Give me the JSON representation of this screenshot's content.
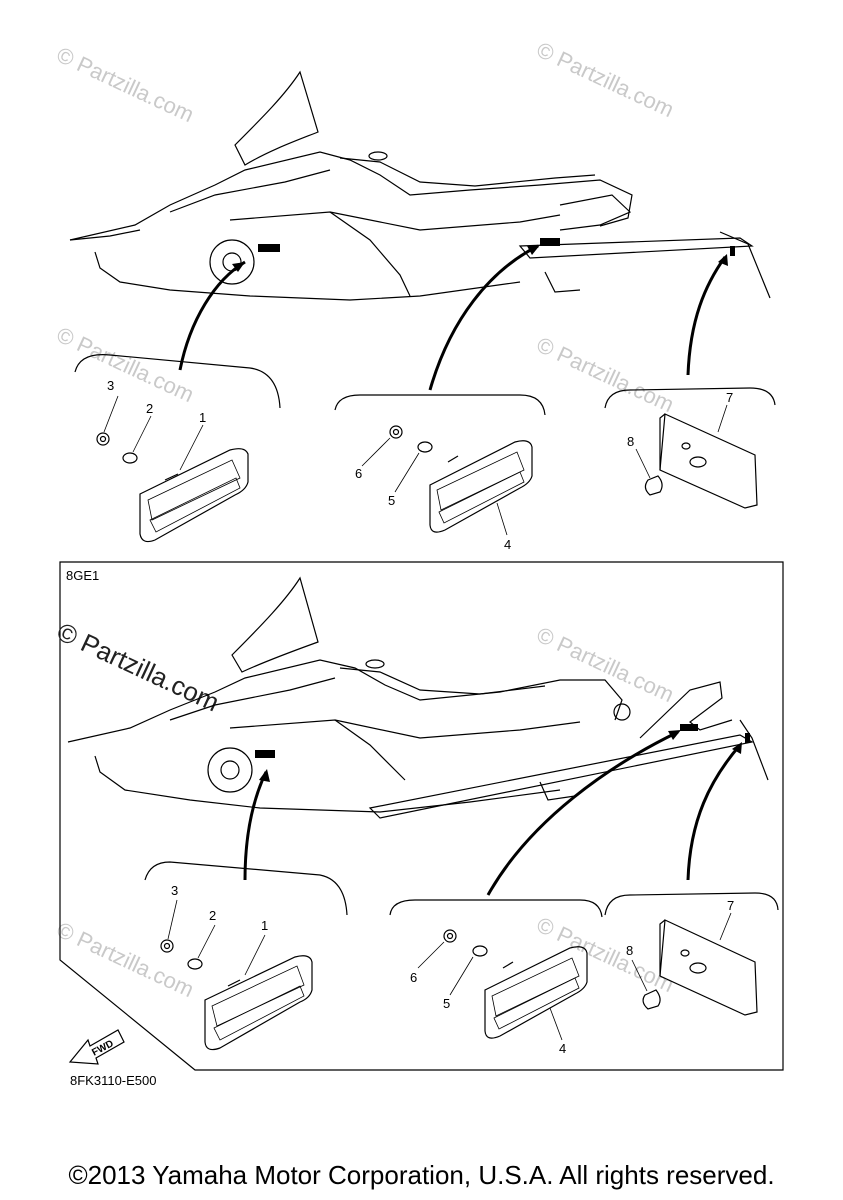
{
  "watermark": {
    "text": "© Partzilla.com"
  },
  "section_top": {
    "callouts": [
      "1",
      "2",
      "3",
      "4",
      "5",
      "6",
      "7",
      "8"
    ]
  },
  "section_bottom": {
    "model_code": "8GE1",
    "callouts": [
      "1",
      "2",
      "3",
      "4",
      "5",
      "6",
      "7",
      "8"
    ],
    "fwd_label": "FWD",
    "diagram_code": "8FK3110-E500"
  },
  "footer": {
    "copyright": "©2013 Yamaha Motor Corporation, U.S.A. All rights reserved."
  }
}
